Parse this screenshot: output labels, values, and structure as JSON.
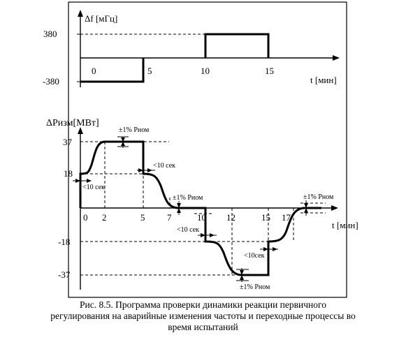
{
  "top_chart": {
    "y_axis_label": "Δf [мГц]",
    "x_axis_label": "t [мин]",
    "y_ticks": [
      "380",
      "-380"
    ],
    "x_ticks": [
      "0",
      "5",
      "10",
      "15"
    ]
  },
  "bottom_chart": {
    "y_axis_label": "ΔPизм[МВт]",
    "x_axis_label": "t [мин]",
    "y_ticks": [
      "37",
      "18",
      "-18",
      "-37"
    ],
    "x_ticks": [
      "0",
      "2",
      "5",
      "7",
      "10",
      "12",
      "15",
      "17"
    ],
    "annotations": {
      "tol_1": "±1% Pном",
      "tol_2": "±1% Pном",
      "tol_3": "±1% Pном",
      "tol_4": "±1% Pном",
      "t_1": "<10 сек",
      "t_2": "<10 сек",
      "t_3": "<10 сек",
      "t_4": "<10сек"
    }
  },
  "caption": {
    "line1": "Рис. 8.5. Программа проверки динамики реакции первичного",
    "line2": "регулирования на аварийные изменения частоты и переходные процессы во",
    "line3": "время испытаний"
  }
}
